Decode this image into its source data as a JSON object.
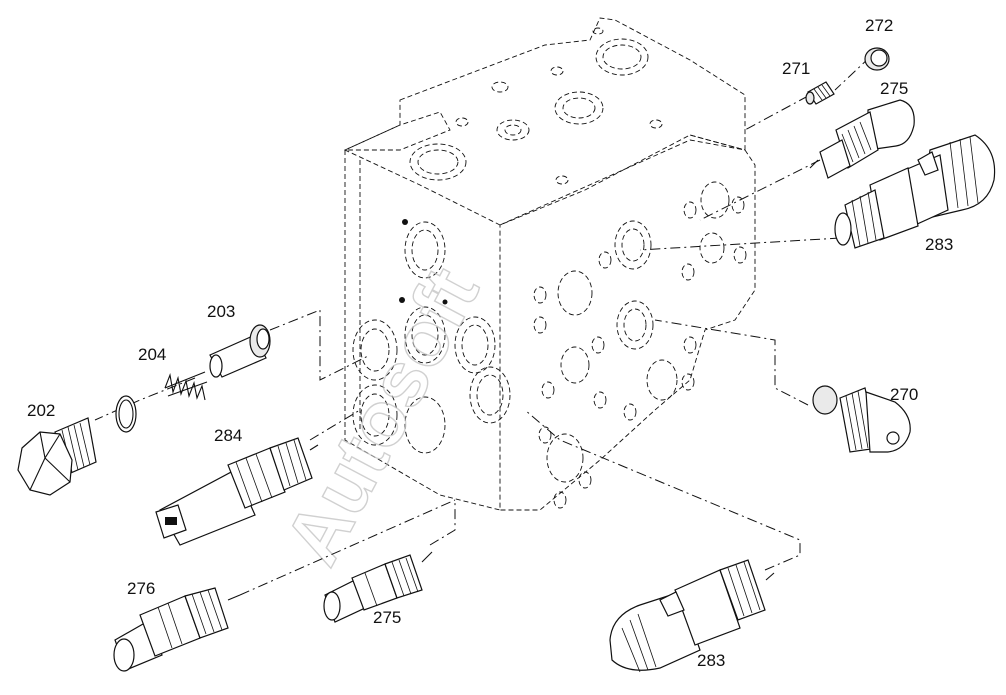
{
  "diagram": {
    "watermark": "Autosoft",
    "colors": {
      "line": "#111111",
      "watermark": "#bdbdbd",
      "background": "#ffffff"
    },
    "labels": {
      "l272": "272",
      "l271": "271",
      "l275a": "275",
      "l283a": "283",
      "l270": "270",
      "l203": "203",
      "l204": "204",
      "l202": "202",
      "l284": "284",
      "l276": "276",
      "l275b": "275",
      "l283b": "283"
    }
  }
}
